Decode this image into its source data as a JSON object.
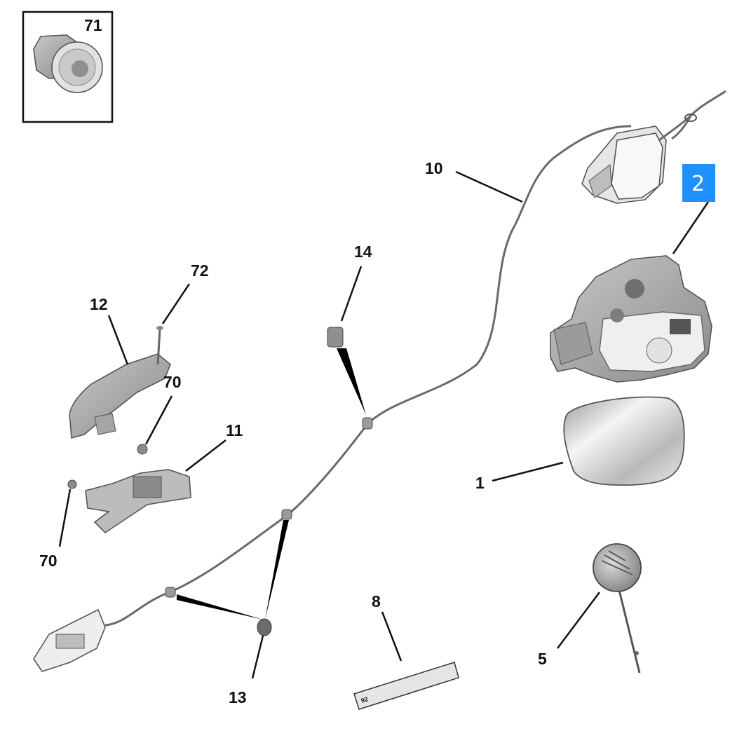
{
  "callouts": {
    "c71": "71",
    "c10": "10",
    "c2": "2",
    "c14": "14",
    "c72": "72",
    "c12": "12",
    "c70a": "70",
    "c11": "11",
    "c1": "1",
    "c70b": "70",
    "c8": "8",
    "c5": "5",
    "c13": "13"
  },
  "label_text": "92",
  "colors": {
    "highlight": "#1e90ff",
    "part_fill": "#d7d7d7",
    "line": "#111111"
  }
}
